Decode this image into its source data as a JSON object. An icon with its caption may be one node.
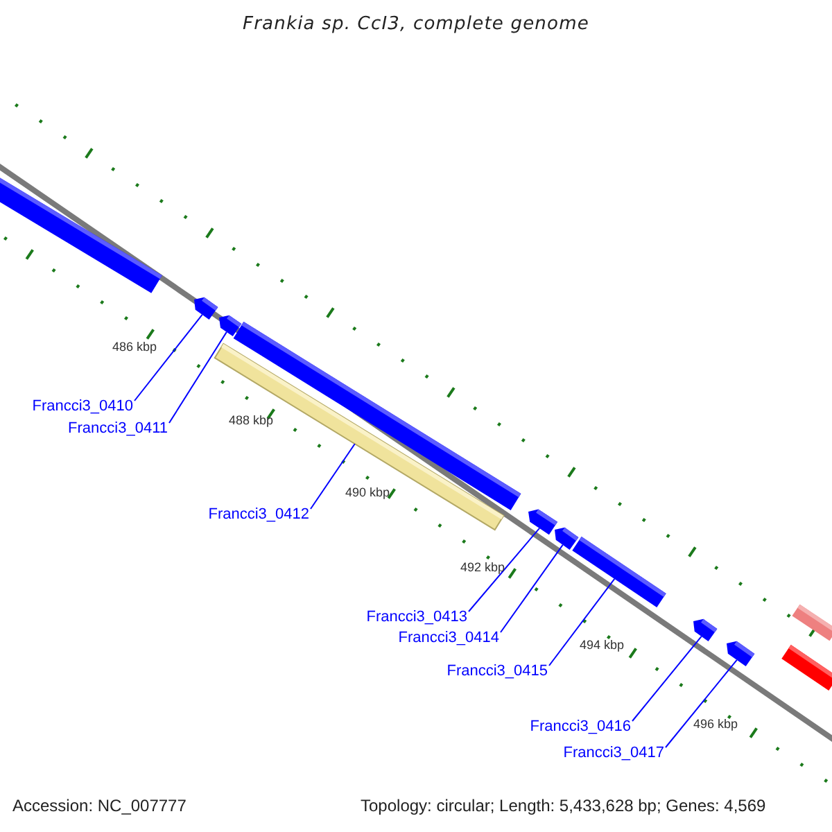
{
  "diagram": {
    "title": "Frankia sp. CcI3, complete genome",
    "nodes": [
      {
        "text": [],
        "shape": "bar"
      },
      {
        "text": [],
        "shape": "arrow"
      },
      {
        "text": [],
        "shape": "arrow"
      },
      {
        "text": [],
        "shape": "bar"
      },
      {
        "text": [],
        "shape": "bar"
      },
      {
        "text": [],
        "shape": "arrow"
      },
      {
        "text": [],
        "shape": "arrow"
      },
      {
        "text": [],
        "shape": "bar"
      },
      {
        "text": [],
        "shape": "arrow"
      },
      {
        "text": [],
        "shape": "arrow"
      },
      {
        "text": [],
        "shape": "bar"
      },
      {
        "text": [],
        "shape": "bar"
      },
      {
        "text": [
          "Francci3_0410"
        ]
      },
      {
        "text": [
          "Francci3_0411"
        ]
      },
      {
        "text": [
          "Francci3_0412"
        ]
      },
      {
        "text": [
          "Francci3_0413"
        ]
      },
      {
        "text": [
          "Francci3_0414"
        ]
      },
      {
        "text": [
          "Francci3_0415"
        ]
      },
      {
        "text": [
          "Francci3_0416"
        ]
      },
      {
        "text": [
          "Francci3_0417"
        ]
      }
    ],
    "edges": [
      {
        "from": 12,
        "to": 1,
        "arrow": "none"
      },
      {
        "from": 13,
        "to": 2,
        "arrow": "none"
      },
      {
        "from": 14,
        "to": 4,
        "arrow": "none"
      },
      {
        "from": 15,
        "to": 5,
        "arrow": "none"
      },
      {
        "from": 16,
        "to": 6,
        "arrow": "none"
      },
      {
        "from": 17,
        "to": 7,
        "arrow": "none"
      },
      {
        "from": 18,
        "to": 8,
        "arrow": "none"
      },
      {
        "from": 19,
        "to": 9,
        "arrow": "none"
      }
    ],
    "labels": [
      "486 kbp",
      "488 kbp",
      "490 kbp",
      "492 kbp",
      "494 kbp",
      "496 kbp",
      "Accession: NC_007777",
      "Topology: circular; Length: 5,433,628 bp; Genes: 4,569"
    ]
  }
}
